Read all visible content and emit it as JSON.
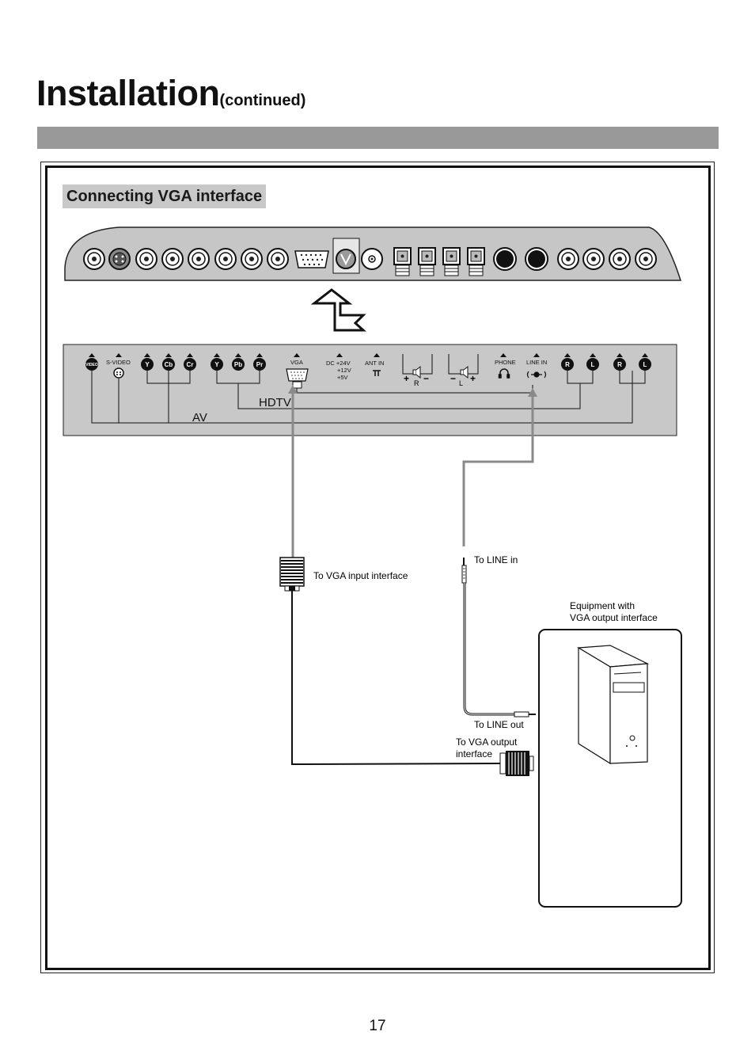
{
  "header": {
    "title": "Installation",
    "title_suffix": "(continued)"
  },
  "section": {
    "heading": "Connecting VGA interface"
  },
  "panel": {
    "video": "VIDEO",
    "svideo": "S-VIDEO",
    "y1": "Y",
    "cb": "Cb",
    "cr": "Cr",
    "y2": "Y",
    "pb": "Pb",
    "pr": "Pr",
    "vga": "VGA",
    "dc": "DC +24V",
    "dc12": "+12V",
    "dc5": "+5V",
    "ant": "ANT IN",
    "spk_r": "R",
    "spk_l": "L",
    "phone": "PHONE",
    "linein": "LINE IN",
    "r1": "R",
    "l1": "L",
    "r2": "R",
    "l2": "L",
    "hdtv": "HDTV",
    "av": "AV"
  },
  "labels": {
    "vga_input": "To VGA input interface",
    "line_in": "To LINE in",
    "line_out": "To LINE out",
    "vga_output_1": "To VGA output",
    "vga_output_2": "interface",
    "equipment_1": "Equipment with",
    "equipment_2": "VGA output interface"
  },
  "page": {
    "number": "17"
  }
}
